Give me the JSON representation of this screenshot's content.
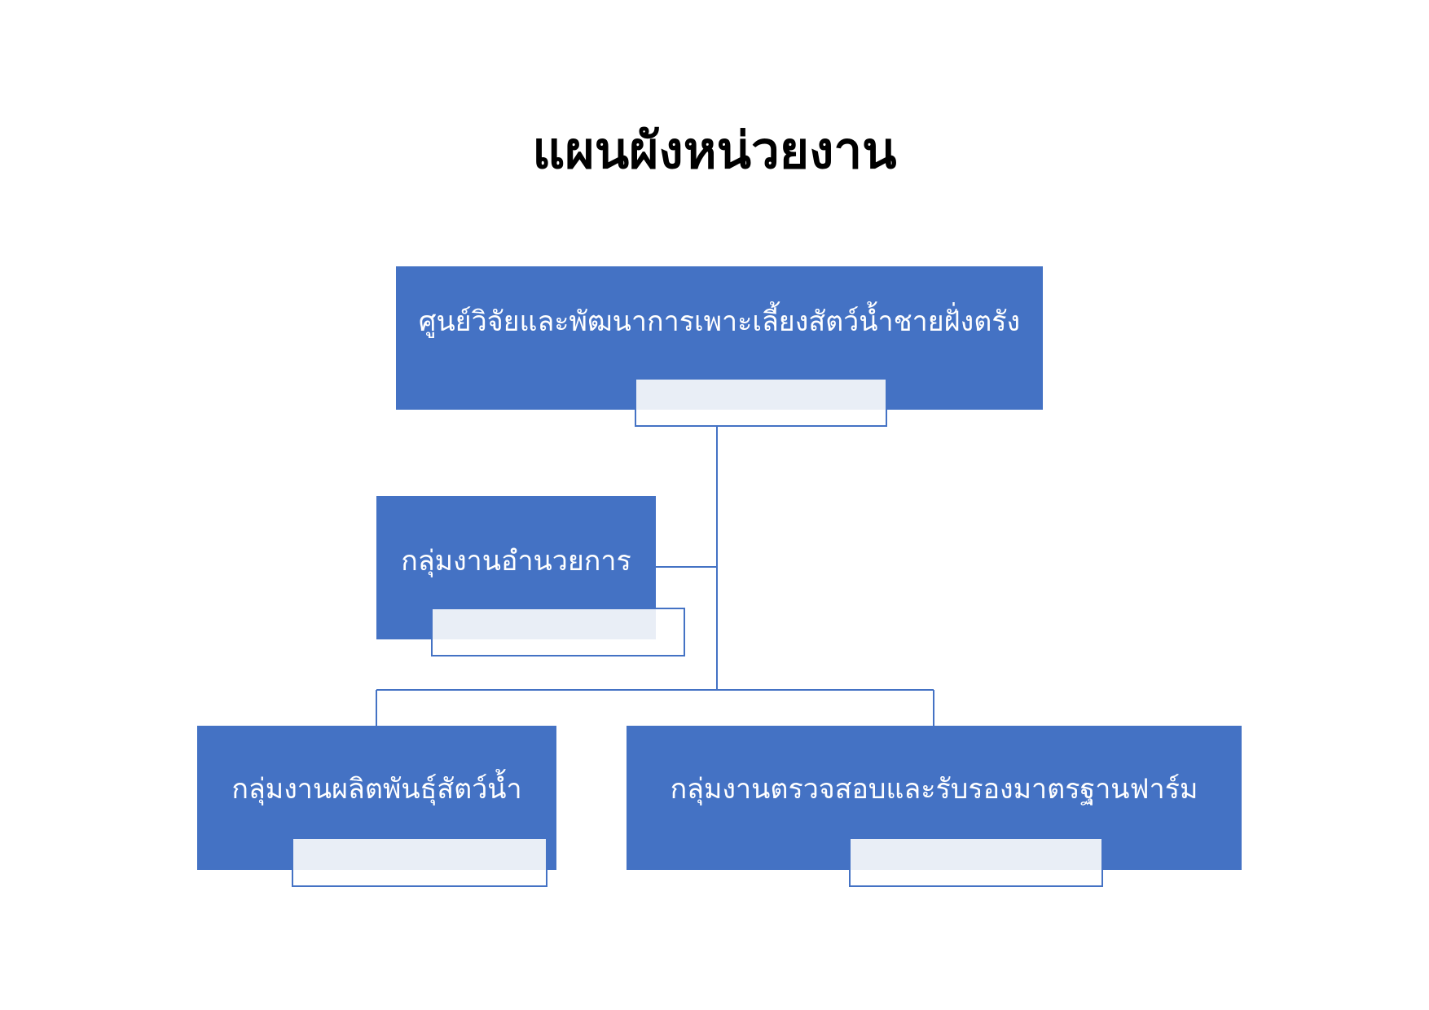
{
  "title": "แผนผังหน่วยงาน",
  "colors": {
    "node_fill": "#4472C4",
    "node_text": "#FFFFFF",
    "sub_box_fill": "#E9EEF6",
    "sub_box_border": "#4472C4",
    "connector": "#4472C4"
  },
  "org_chart": {
    "root": {
      "label": "ศูนย์วิจัยและพัฒนาการเพาะเลี้ยงสัตว์น้ำชายฝั่งตรัง",
      "sub_label": ""
    },
    "assistant": {
      "label": "กลุ่มงานอำนวยการ",
      "sub_label": ""
    },
    "children": [
      {
        "label": "กลุ่มงานผลิตพันธุ์สัตว์น้ำ",
        "sub_label": ""
      },
      {
        "label": "กลุ่มงานตรวจสอบและรับรองมาตรฐานฟาร์ม",
        "sub_label": ""
      }
    ]
  }
}
